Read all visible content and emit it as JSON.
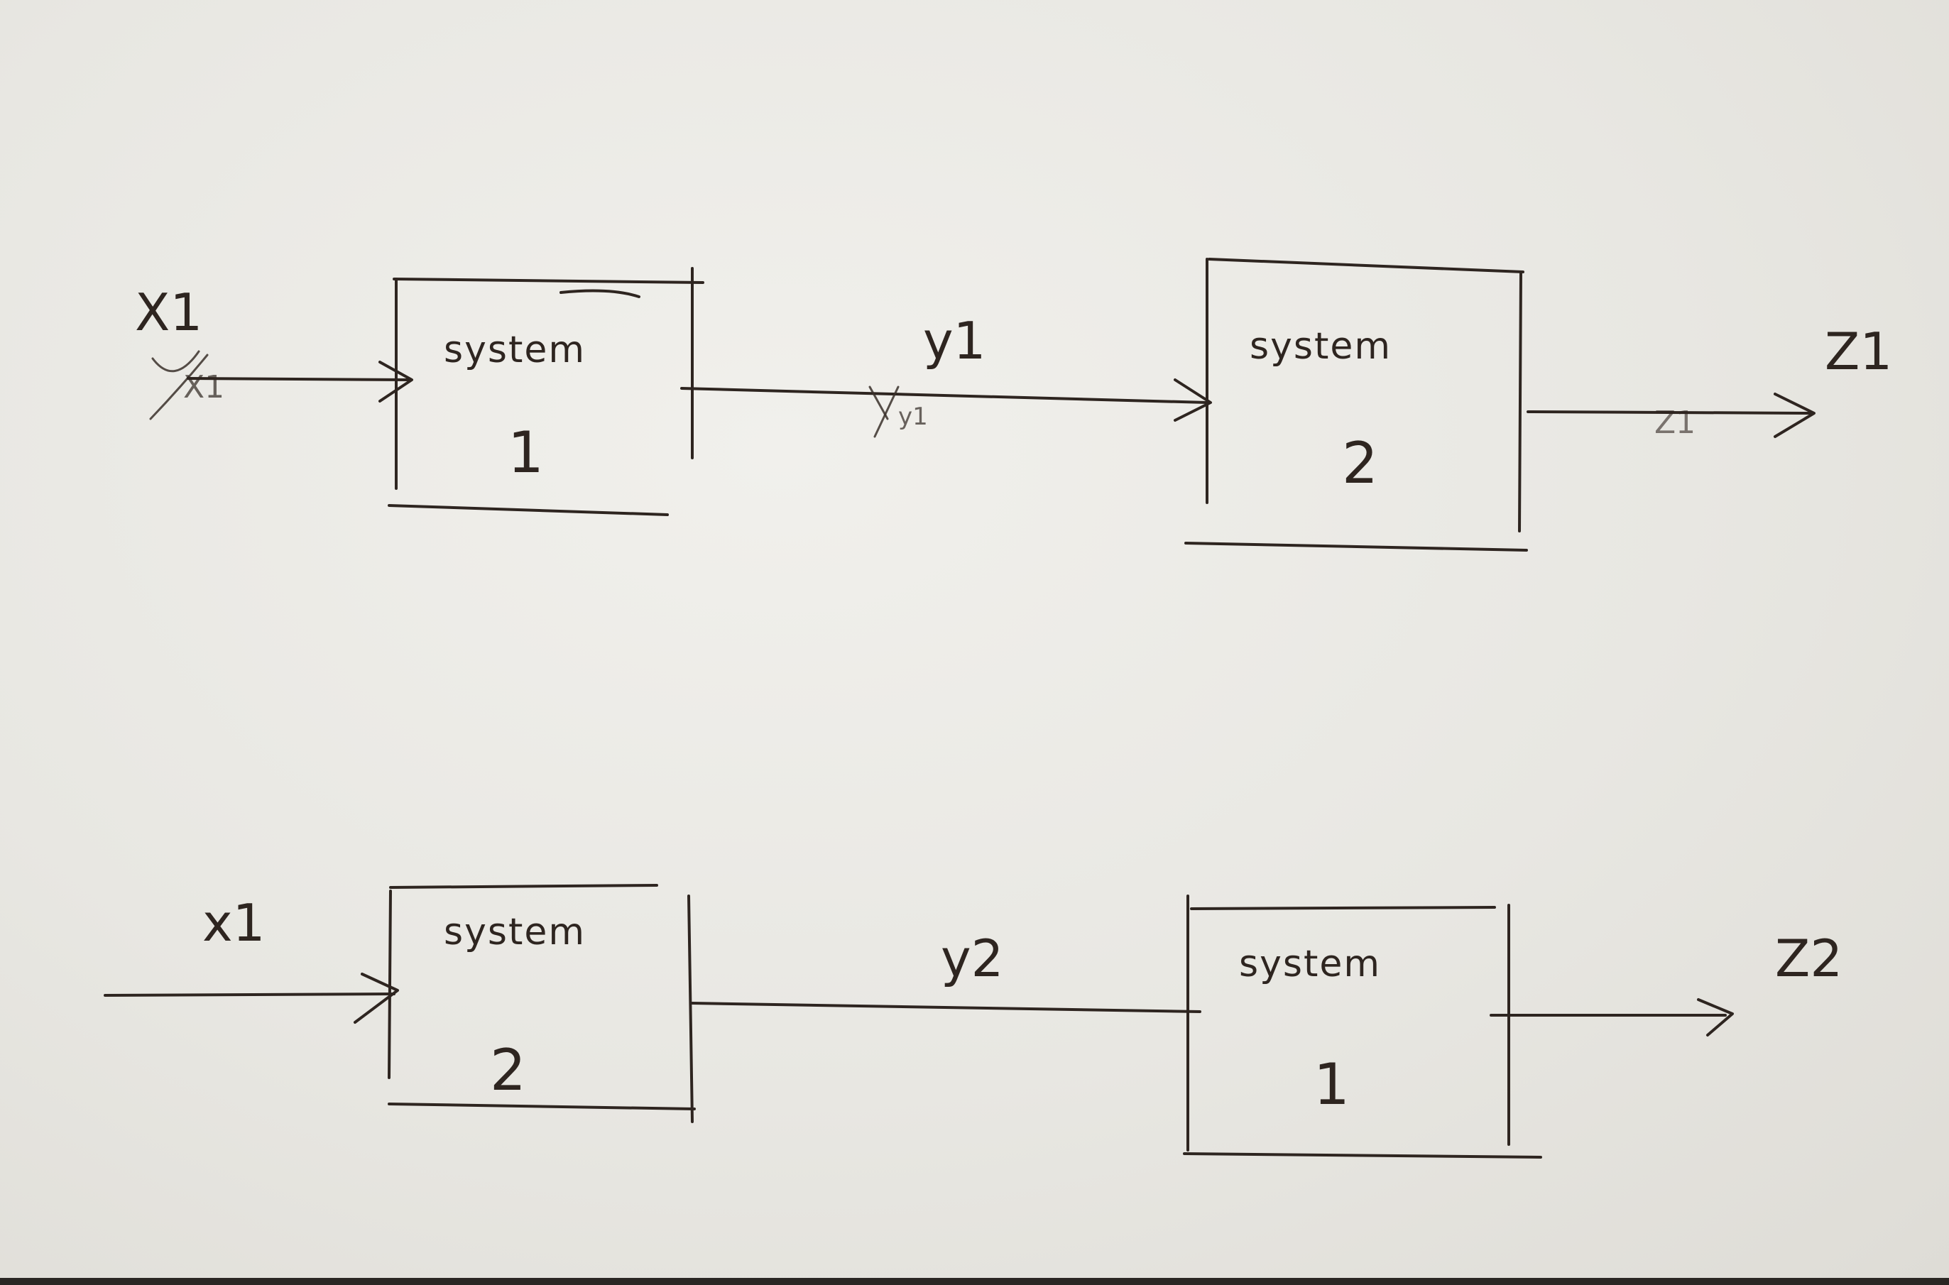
{
  "top_chain": {
    "input_label": "X1",
    "input_scribble": "X1",
    "box1": {
      "title": "system",
      "number": "1"
    },
    "mid_label": "y1",
    "mid_scribble": "y1",
    "box2": {
      "title": "system",
      "number": "2"
    },
    "output_label": "Z1",
    "output_scribble": "Z1"
  },
  "bottom_chain": {
    "input_label": "x1",
    "box1": {
      "title": "system",
      "number": "2"
    },
    "mid_label": "y2",
    "box2": {
      "title": "system",
      "number": "1"
    },
    "output_label": "Z2"
  },
  "ink_color": "#2e2520",
  "paper_color": "#e9e8e4"
}
